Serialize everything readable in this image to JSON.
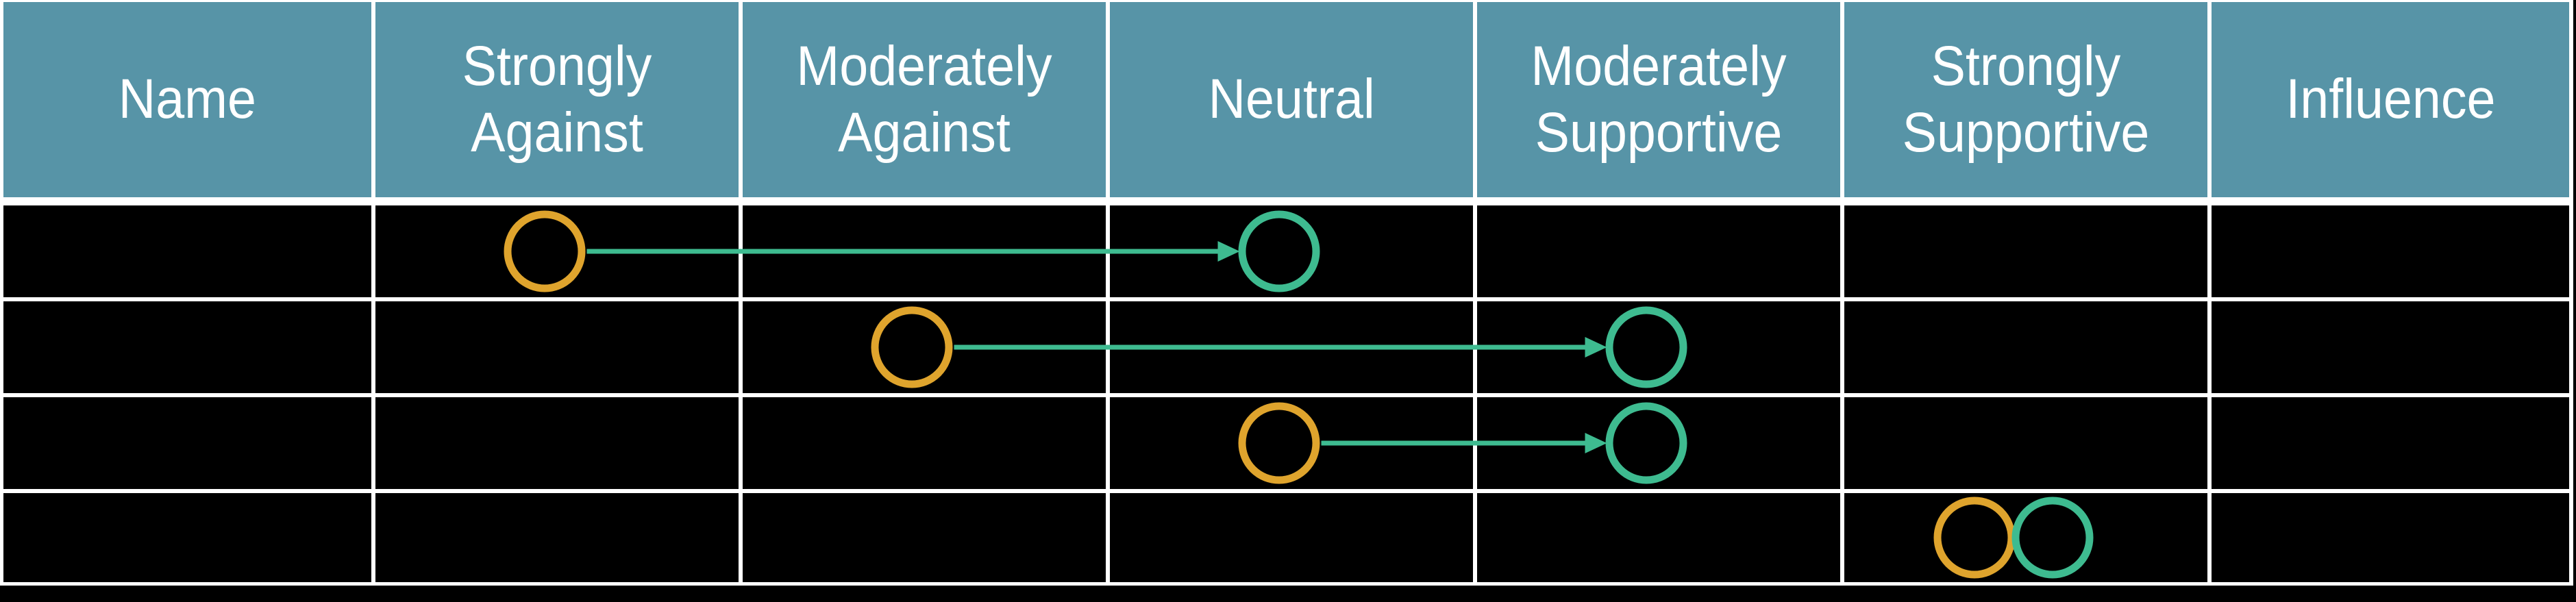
{
  "colors": {
    "header_bg": "#5794A7",
    "header_text": "#FFFFFF",
    "cell_bg": "#000000",
    "grid_lines": "#FFFFFF",
    "page_bg": "#000000",
    "current_marker": "#DFA42D",
    "desired_marker": "#3EBB90",
    "arrow": "#3EBB90"
  },
  "columns": [
    {
      "id": "name",
      "label": "Name"
    },
    {
      "id": "strongly_against",
      "label": "Strongly Against"
    },
    {
      "id": "moderately_against",
      "label": "Moderately Against"
    },
    {
      "id": "neutral",
      "label": "Neutral"
    },
    {
      "id": "moderately_supportive",
      "label": "Moderately Supportive"
    },
    {
      "id": "strongly_supportive",
      "label": "Strongly Supportive"
    },
    {
      "id": "influence",
      "label": "Influence"
    }
  ],
  "rows": [
    {
      "name": "",
      "influence": "",
      "current_position": "strongly_against",
      "desired_position": "neutral"
    },
    {
      "name": "",
      "influence": "",
      "current_position": "moderately_against",
      "desired_position": "moderately_supportive"
    },
    {
      "name": "",
      "influence": "",
      "current_position": "neutral",
      "desired_position": "moderately_supportive"
    },
    {
      "name": "",
      "influence": "",
      "current_position": "strongly_supportive",
      "desired_position": "strongly_supportive"
    }
  ]
}
